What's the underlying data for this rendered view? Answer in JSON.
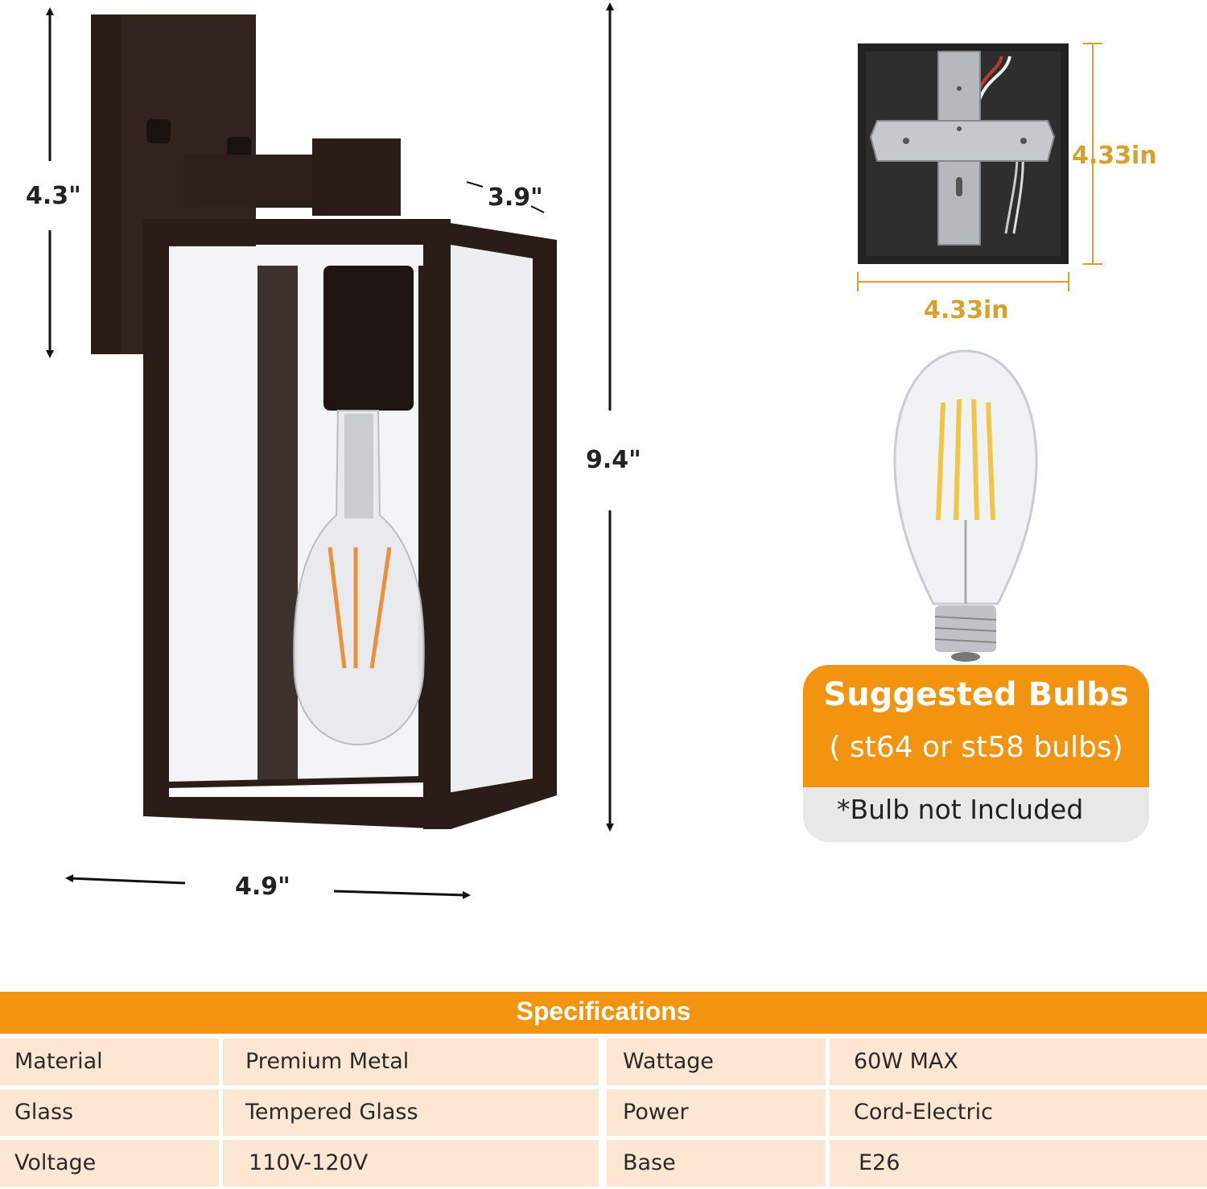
{
  "dimensions": {
    "backplate_height": "4.3\"",
    "depth": "3.9\"",
    "total_height": "9.4\"",
    "width": "4.9\"",
    "mount_height": "4.33in",
    "mount_width": "4.33in"
  },
  "bulb_card": {
    "title": "Suggested Bulbs",
    "subtitle": "( st64 or st58 bulbs)",
    "note": "*Bulb not Included"
  },
  "specifications": {
    "title": "Specifications",
    "rows": [
      {
        "label1": "Material",
        "value1": "Premium Metal",
        "label2": "Wattage",
        "value2": "60W MAX"
      },
      {
        "label1": "Glass",
        "value1": "Tempered Glass",
        "label2": "Power",
        "value2": "Cord-Electric"
      },
      {
        "label1": "Voltage",
        "value1": "110V-120V",
        "label2": "Base",
        "value2": "E26"
      }
    ]
  },
  "colors": {
    "accent": "#f29410",
    "gold_dimension": "#d8a12b",
    "frame": "#2a1d18",
    "table_cell": "#fde7d2"
  }
}
